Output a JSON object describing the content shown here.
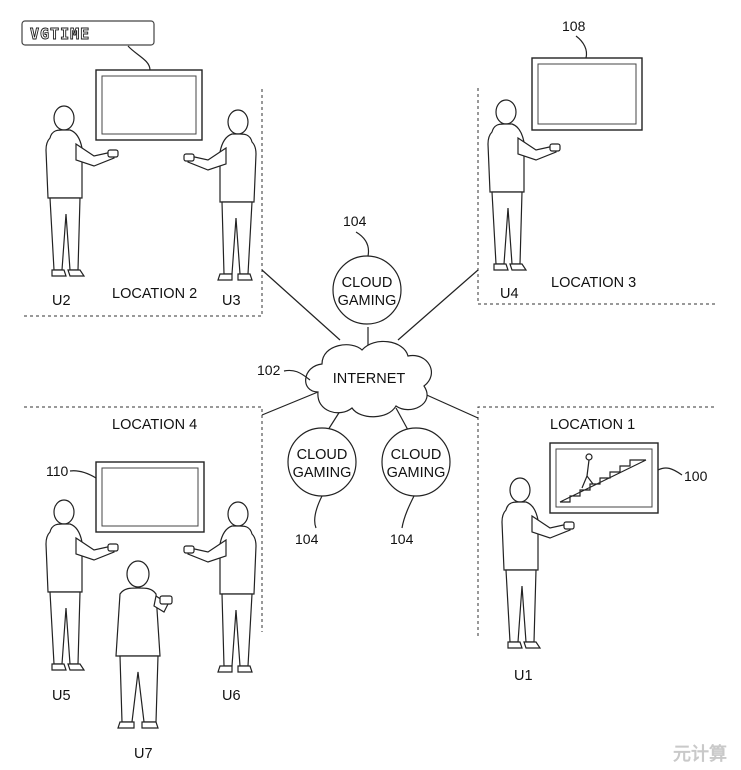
{
  "logo": {
    "text": "VGTIME"
  },
  "watermark": {
    "text": "元计算"
  },
  "network": {
    "internet_label": "INTERNET",
    "internet_ref": "102",
    "cloud_gaming_label_line1": "CLOUD",
    "cloud_gaming_label_line2": "GAMING",
    "cloud_gaming_ref": "104"
  },
  "locations": {
    "location1": {
      "label": "LOCATION 1",
      "display_ref": "100",
      "users": [
        "U1"
      ]
    },
    "location2": {
      "label": "LOCATION 2",
      "users": [
        "U2",
        "U3"
      ]
    },
    "location3": {
      "label": "LOCATION 3",
      "display_ref": "108",
      "users": [
        "U4"
      ]
    },
    "location4": {
      "label": "LOCATION 4",
      "display_ref": "110",
      "users": [
        "U5",
        "U6",
        "U7"
      ]
    }
  }
}
